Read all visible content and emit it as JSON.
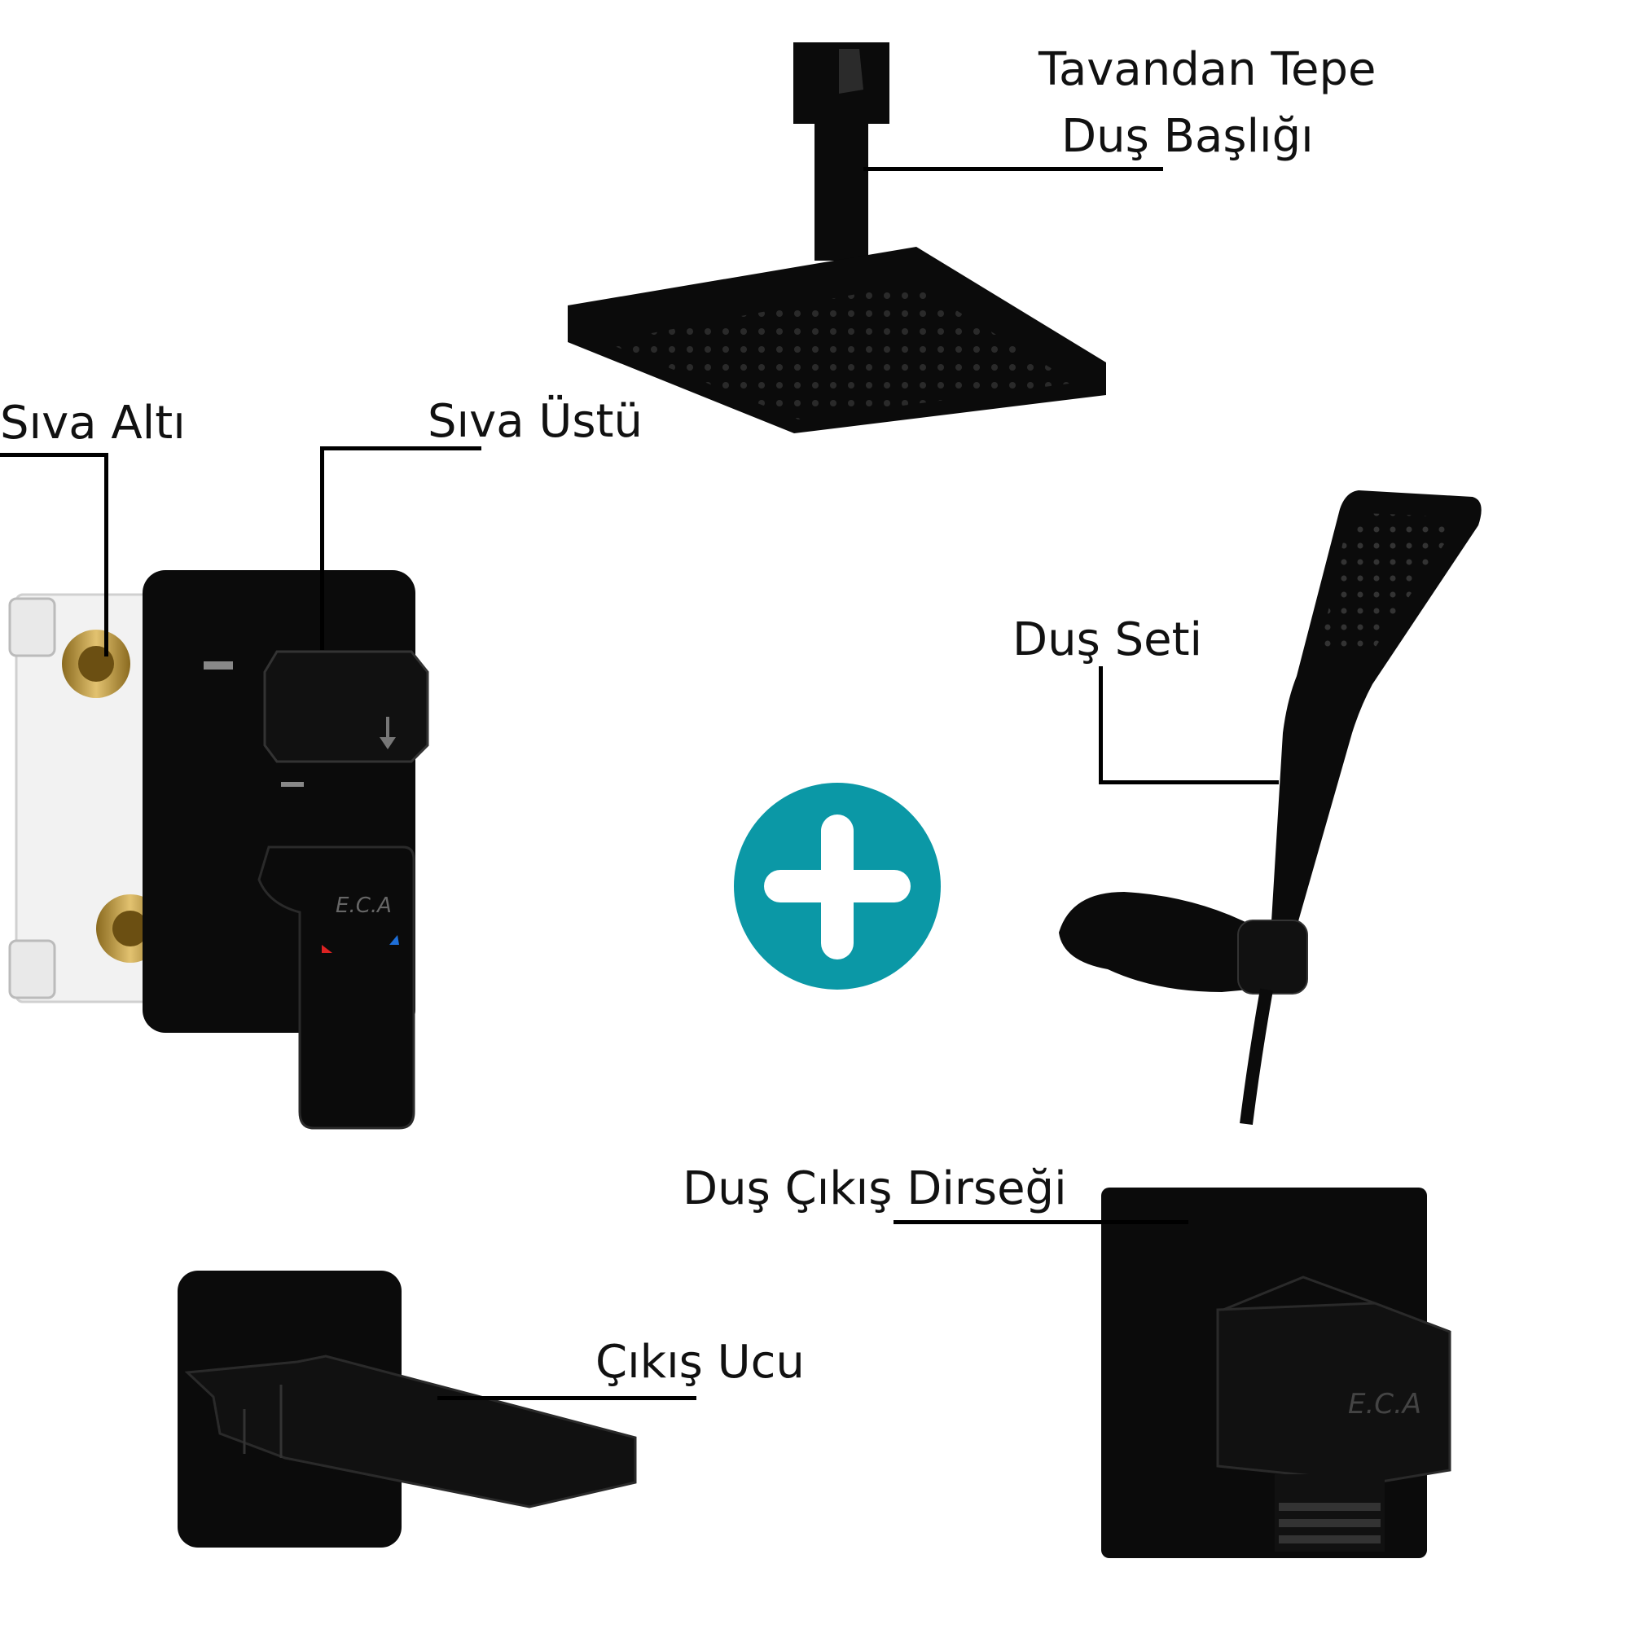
{
  "labels": {
    "ceiling_shower_head_line1": "Tavandan Tepe",
    "ceiling_shower_head_line2": "Duş Başlığı",
    "concealed": "Sıva Altı",
    "surface": "Sıva Üstü",
    "shower_set": "Duş Seti",
    "shower_outlet_elbow": "Duş Çıkış Dirseği",
    "outlet_spout": "Çıkış Ucu"
  },
  "brand": {
    "logo_text": "E.C.A"
  },
  "colors": {
    "product_black": "#0b0b0b",
    "plus_circle": "#0b98a6",
    "brass": "#c9a34a",
    "mount_box": "#f2f2f2"
  },
  "icons": {
    "plus": "plus-icon"
  }
}
